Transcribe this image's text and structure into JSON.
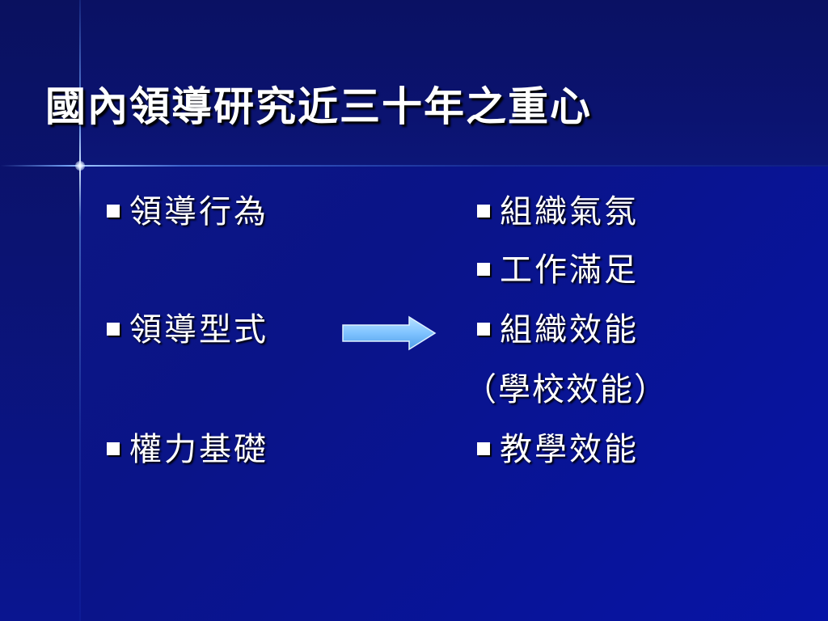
{
  "slide": {
    "title": "國內領導研究近三十年之重心",
    "left_items": [
      {
        "label": "領導行為"
      },
      {
        "label": "領導型式"
      },
      {
        "label": "權力基礎"
      }
    ],
    "right_items": [
      {
        "label": "組織氣氛"
      },
      {
        "label": "工作滿足"
      },
      {
        "label": "組織效能"
      },
      {
        "label": "（學校效能）"
      },
      {
        "label": "教學效能"
      }
    ],
    "bullet_icon": "square-bullet-icon",
    "arrow_icon": "right-arrow-icon",
    "colors": {
      "background": "#0a1488",
      "text": "#ffffff",
      "arrow_fill": "#7fc3ff",
      "accent_line": "#9cc4ff"
    }
  }
}
